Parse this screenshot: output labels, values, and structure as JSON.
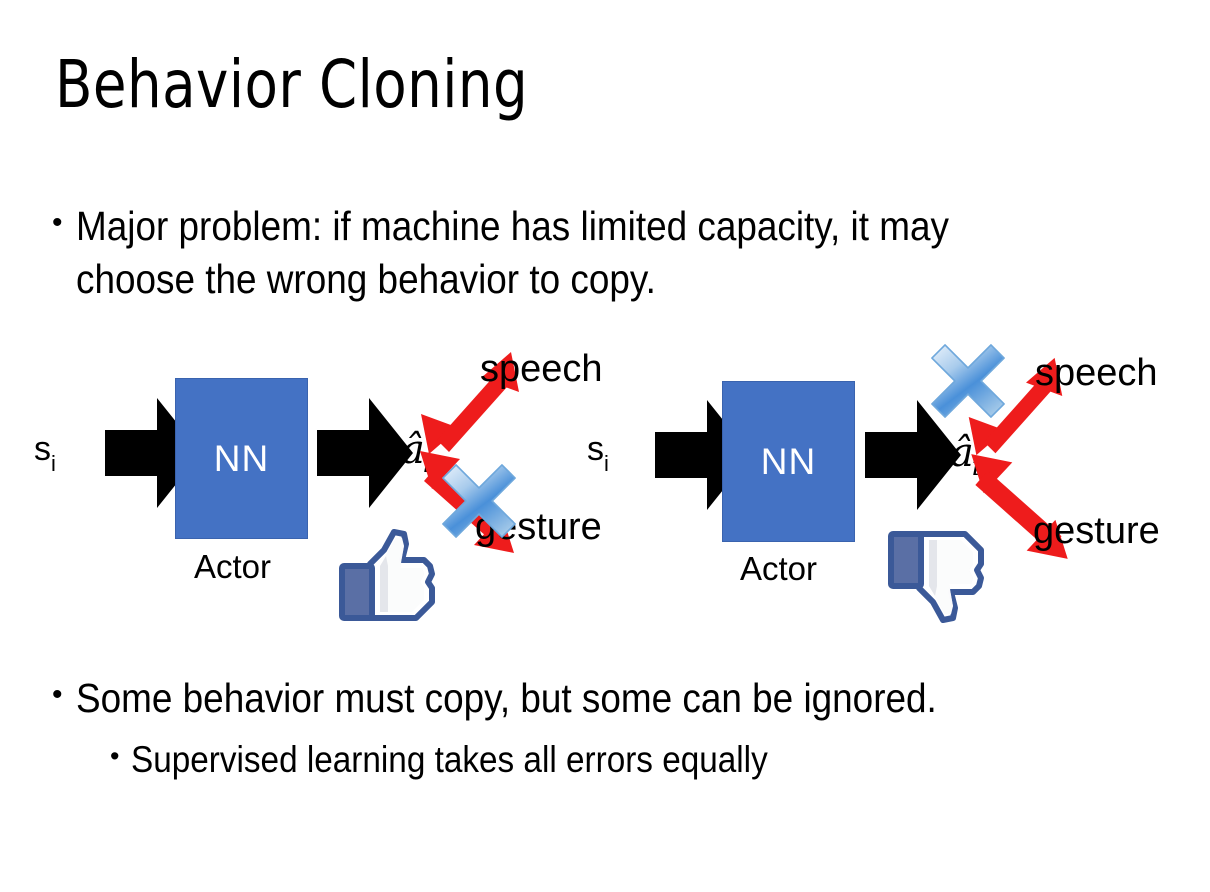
{
  "slide": {
    "title": "Behavior Cloning",
    "background_color": "#FFFFFF",
    "text_color": "#000000"
  },
  "bullets": {
    "bullet_char": "•",
    "top": "Major problem: if machine has limited capacity, it may choose the wrong behavior to copy.",
    "bottom_level1": "Some behavior must copy, but some can be ignored.",
    "bottom_level2": "Supervised learning takes all errors equally"
  },
  "colors": {
    "nn_box_fill": "#4472C4",
    "nn_box_border": "#3A63AE",
    "nn_text": "#FFFFFF",
    "arrow_black": "#000000",
    "arrow_red": "#EE1C1C",
    "x_blue_light": "#CFE2F7",
    "x_blue_mid": "#6FA8DC",
    "x_blue_dark": "#2E75B6",
    "thumb_outline": "#3B5998",
    "thumb_fill": "#FFFFFF",
    "thumb_shadow": "#E3E5EA",
    "thumb_cuff": "#5A6FA5"
  },
  "diagrams": [
    {
      "id": "left",
      "input_label": "s",
      "input_subscript": "i",
      "box_label": "NN",
      "box_caption": "Actor",
      "output_label": "â",
      "output_subscript": "i",
      "branches": [
        {
          "name": "speech",
          "label": "speech",
          "direction": "up-right",
          "crossed_out": false
        },
        {
          "name": "gesture",
          "label": "gesture",
          "direction": "down-right",
          "crossed_out": true
        }
      ],
      "feedback_icon": "thumbs-up-icon",
      "feedback_verdict": "positive"
    },
    {
      "id": "right",
      "input_label": "s",
      "input_subscript": "i",
      "box_label": "NN",
      "box_caption": "Actor",
      "output_label": "â",
      "output_subscript": "i",
      "branches": [
        {
          "name": "speech",
          "label": "speech",
          "direction": "up-right",
          "crossed_out": true
        },
        {
          "name": "gesture",
          "label": "gesture",
          "direction": "down-right",
          "crossed_out": false
        }
      ],
      "feedback_icon": "thumbs-down-icon",
      "feedback_verdict": "negative"
    }
  ]
}
